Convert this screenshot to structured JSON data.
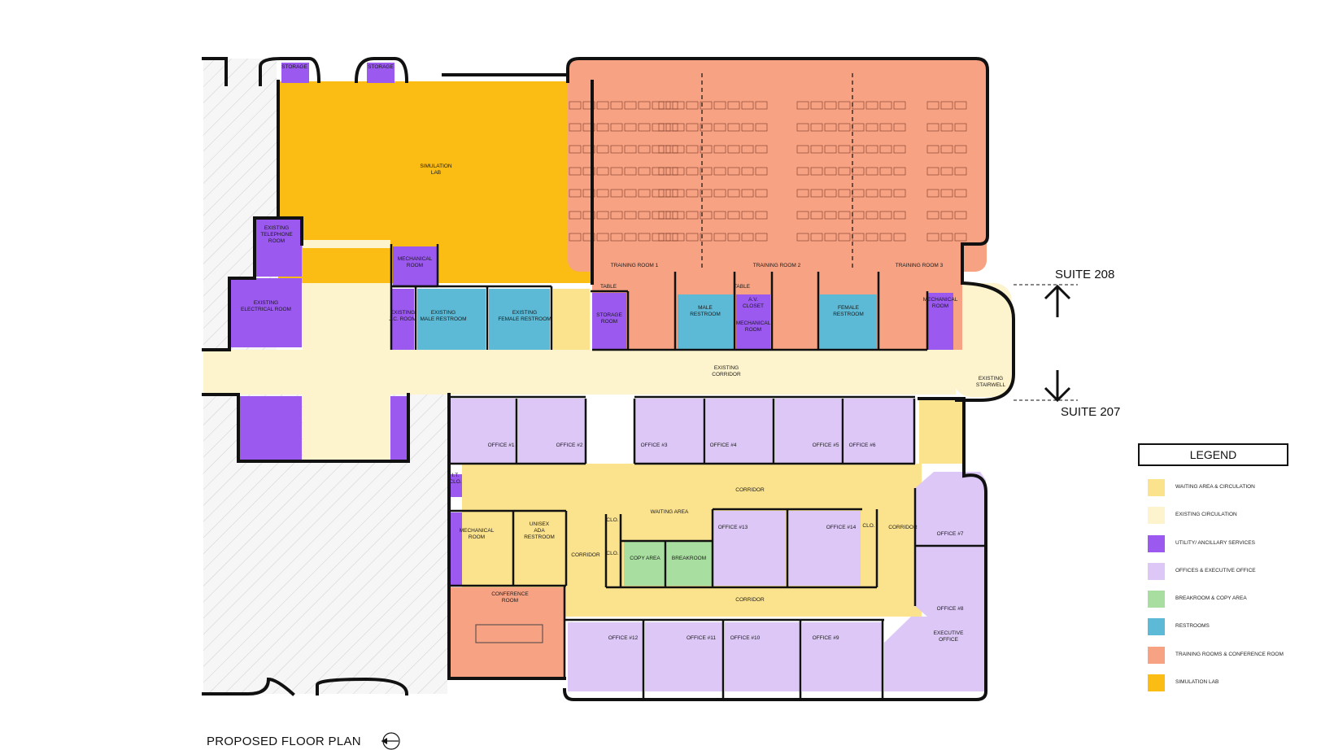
{
  "colors": {
    "waiting": "#fbe28d",
    "existing_circ": "#fdf3cc",
    "utility": "#9b59f0",
    "offices": "#dcc7f6",
    "breakroom": "#a8dfa0",
    "restrooms": "#5cbad6",
    "training": "#f7a283",
    "simulation": "#fbbc14",
    "hatch_bg": "#f2f2f2",
    "wall": "#111111"
  },
  "suite_labels": {
    "north": "SUITE 208",
    "south": "SUITE 207"
  },
  "plan_title": "PROPOSED FLOOR PLAN",
  "legend": {
    "title": "LEGEND",
    "items": [
      {
        "label": "WAITING AREA & CIRCULATION",
        "color": "#fbe28d"
      },
      {
        "label": "EXISTING CIRCULATION",
        "color": "#fdf3cc"
      },
      {
        "label": "UTILITY/ ANCILLARY SERVICES",
        "color": "#9b59f0"
      },
      {
        "label": "OFFICES & EXECUTIVE OFFICE",
        "color": "#dcc7f6"
      },
      {
        "label": "BREAKROOM & COPY AREA",
        "color": "#a8dfa0"
      },
      {
        "label": "RESTROOMS",
        "color": "#5cbad6"
      },
      {
        "label": "TRAINING ROOMS & CONFERENCE ROOM",
        "color": "#f7a283"
      },
      {
        "label": "SIMULATION LAB",
        "color": "#fbbc14"
      }
    ]
  },
  "rooms": {
    "storage_1": "STORAGE",
    "storage_2": "STORAGE",
    "simulation_lab": [
      "SIMULATION",
      "LAB"
    ],
    "existing_telephone": [
      "EXISTING",
      "TELEPHONE",
      "ROOM"
    ],
    "existing_electrical": [
      "EXISTING",
      "ELECTRICAL ROOM"
    ],
    "mechanical_1": [
      "MECHANICAL",
      "ROOM"
    ],
    "existing_jc": [
      "EXISTING",
      "J.C. ROOM"
    ],
    "existing_male_restroom": [
      "EXISTING",
      "MALE RESTROOM"
    ],
    "existing_female_restroom": [
      "EXISTING",
      "FEMALE RESTROOM"
    ],
    "storage_room": [
      "STORAGE",
      "ROOM"
    ],
    "male_restroom": [
      "MALE",
      "RESTROOM"
    ],
    "av_closet": [
      "A.V.",
      "CLOSET"
    ],
    "mechanical_2": [
      "MECHANICAL",
      "ROOM"
    ],
    "female_restroom": [
      "FEMALE",
      "RESTROOM"
    ],
    "mechanical_3": [
      "MECHANICAL",
      "ROOM"
    ],
    "training_1": "TRAINING ROOM 1",
    "training_2": "TRAINING ROOM 2",
    "training_3": "TRAINING ROOM 3",
    "existing_corridor": [
      "EXISTING",
      "CORRIDOR"
    ],
    "existing_stairwell": [
      "EXISTING",
      "STAIRWELL"
    ],
    "office_1": "OFFICE #1",
    "office_2": "OFFICE #2",
    "office_3": "OFFICE #3",
    "office_4": "OFFICE #4",
    "office_5": "OFFICE #5",
    "office_6": "OFFICE #6",
    "office_7": "OFFICE #7",
    "office_8": "OFFICE #8",
    "office_9": "OFFICE #9",
    "office_10": "OFFICE #10",
    "office_11": "OFFICE #11",
    "office_12": "OFFICE #12",
    "office_13": "OFFICE #13",
    "office_14": "OFFICE #14",
    "executive_office": [
      "EXECUTIVE",
      "OFFICE"
    ],
    "it_closet": [
      "I.T.",
      "CLO."
    ],
    "mechanical_4": [
      "MECHANICAL",
      "ROOM"
    ],
    "unisex_restroom": [
      "UNISEX",
      "ADA",
      "RESTROOM"
    ],
    "conference_room": [
      "CONFERENCE",
      "ROOM"
    ],
    "waiting_area": "WAITING AREA",
    "copy_area": "COPY AREA",
    "breakroom": "BREAKROOM",
    "clo_1": "CLO.",
    "clo_2": "CLO.",
    "clo_3": "CLO.",
    "corridor_top": "CORRIDOR",
    "corridor_bottom": "CORRIDOR",
    "corridor_left": "CORRIDOR",
    "corridor_right": "CORRIDOR",
    "table_1": "TABLE",
    "table_2": "TABLE"
  }
}
